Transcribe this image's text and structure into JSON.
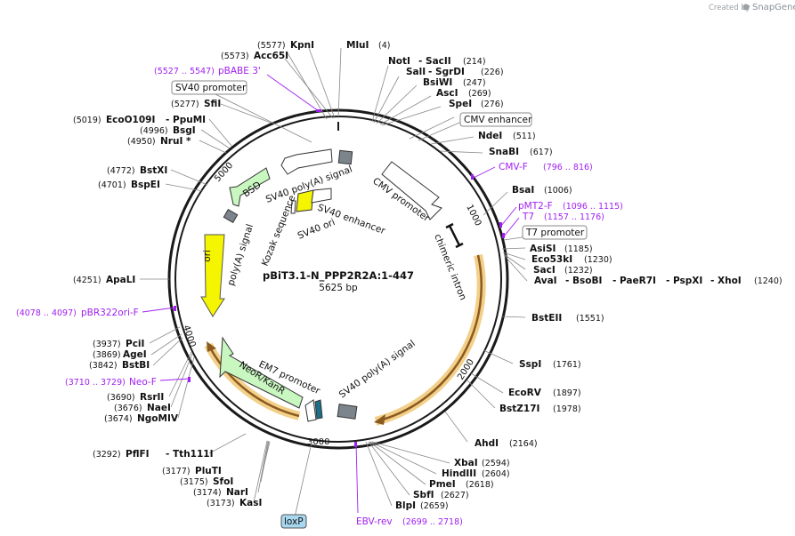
{
  "watermark": {
    "prefix": "Created by",
    "brand": "SnapGene"
  },
  "map": {
    "name": "pBiT3.1-N_PPP2R2A:1-447",
    "length": "5625 bp",
    "ticks": [
      "1000",
      "2000",
      "3000",
      "4000",
      "5000"
    ]
  },
  "sites": [
    {
      "name": "MluI",
      "pos": "(4)"
    },
    {
      "name": "NotI",
      "pos": ""
    },
    {
      "name": "- SacII",
      "pos": "(214)"
    },
    {
      "name": "SalI",
      "pos": ""
    },
    {
      "name": "- SgrDI",
      "pos": "(226)"
    },
    {
      "name": "BsiWI",
      "pos": "(247)"
    },
    {
      "name": "AscI",
      "pos": "(269)"
    },
    {
      "name": "SpeI",
      "pos": "(276)"
    },
    {
      "name": "NdeI",
      "pos": "(511)"
    },
    {
      "name": "SnaBI",
      "pos": "(617)"
    },
    {
      "name": "BsaI",
      "pos": "(1006)"
    },
    {
      "name": "AsiSI",
      "pos": "(1185)"
    },
    {
      "name": "Eco53kI",
      "pos": "(1230)"
    },
    {
      "name": "SacI",
      "pos": "(1232)"
    },
    {
      "name": "AvaI",
      "pos": ""
    },
    {
      "name": "- BsoBI",
      "pos": ""
    },
    {
      "name": "- PaeR7I",
      "pos": ""
    },
    {
      "name": "- PspXI",
      "pos": ""
    },
    {
      "name": "- XhoI",
      "pos": "(1240)"
    },
    {
      "name": "BstEII",
      "pos": "(1551)"
    },
    {
      "name": "SspI",
      "pos": "(1761)"
    },
    {
      "name": "EcoRV",
      "pos": "(1897)"
    },
    {
      "name": "BstZ17I",
      "pos": "(1978)"
    },
    {
      "name": "AhdI",
      "pos": "(2164)"
    },
    {
      "name": "XbaI",
      "pos": "(2594)"
    },
    {
      "name": "HindIII",
      "pos": "(2604)"
    },
    {
      "name": "PmeI",
      "pos": "(2618)"
    },
    {
      "name": "SbfI",
      "pos": "(2627)"
    },
    {
      "name": "BlpI",
      "pos": "(2659)"
    },
    {
      "name": "KasI",
      "pos": "(3173)"
    },
    {
      "name": "NarI",
      "pos": "(3174)"
    },
    {
      "name": "SfoI",
      "pos": "(3175)"
    },
    {
      "name": "PluTI",
      "pos": "(3177)"
    },
    {
      "name": "PflFI",
      "pos": "(3292)"
    },
    {
      "name": "- Tth111I",
      "pos": ""
    },
    {
      "name": "NgoMIV",
      "pos": "(3674)"
    },
    {
      "name": "NaeI",
      "pos": "(3676)"
    },
    {
      "name": "RsrII",
      "pos": "(3690)"
    },
    {
      "name": "BstBI",
      "pos": "(3842)"
    },
    {
      "name": "AgeI",
      "pos": "(3869)"
    },
    {
      "name": "PciI",
      "pos": "(3937)"
    },
    {
      "name": "ApaLI",
      "pos": "(4251)"
    },
    {
      "name": "BspEI",
      "pos": "(4701)"
    },
    {
      "name": "BstXI",
      "pos": "(4772)"
    },
    {
      "name": "NruI *",
      "pos": "(4950)"
    },
    {
      "name": "BsgI",
      "pos": "(4996)"
    },
    {
      "name": "EcoO109I",
      "pos": "(5019)"
    },
    {
      "name": "- PpuMI",
      "pos": ""
    },
    {
      "name": "SfiI",
      "pos": "(5277)"
    },
    {
      "name": "Acc65I",
      "pos": "(5573)"
    },
    {
      "name": "KpnI",
      "pos": "(5577)"
    }
  ],
  "primers": [
    {
      "name": "pBABE 3'",
      "range": "(5527 .. 5547)"
    },
    {
      "name": "CMV-F",
      "range": "(796 .. 816)"
    },
    {
      "name": "pMT2-F",
      "range": "(1096 .. 1115)"
    },
    {
      "name": "T7",
      "range": "(1157 .. 1176)"
    },
    {
      "name": "pBR322ori-F",
      "range": "(4078 .. 4097)"
    },
    {
      "name": "Neo-F",
      "range": "(3710 .. 3729)"
    },
    {
      "name": "EBV-rev",
      "range": "(2699 .. 2718)"
    }
  ],
  "boxed_features": [
    "SV40 promoter",
    "CMV enhancer",
    "T7 promoter",
    "loxP"
  ],
  "features": {
    "cmv_promoter": "CMV promoter",
    "chimeric_intron": "chimeric intron",
    "sv40_pa_right": "SV40 poly(A) signal",
    "em7_promoter": "EM7 promoter",
    "neor": "NeoR/KanR",
    "ori": "ori",
    "pa_signal": "poly(A) signal",
    "bsd": "BSD",
    "sv40_pa_top": "SV40 poly(A) signal",
    "kozak": "Kozak sequence",
    "sv40_enhancer": "SV40 enhancer",
    "sv40_ori": "SV40 ori"
  },
  "colors": {
    "backbone": "#1a1a1a",
    "primer": "#a020f0",
    "ori": "#f5f500",
    "resistance": "#c9f7c0",
    "highlight": "#f3d08a",
    "orf_arrow": "#8b5a1f",
    "teal": "#1b6f8a"
  }
}
